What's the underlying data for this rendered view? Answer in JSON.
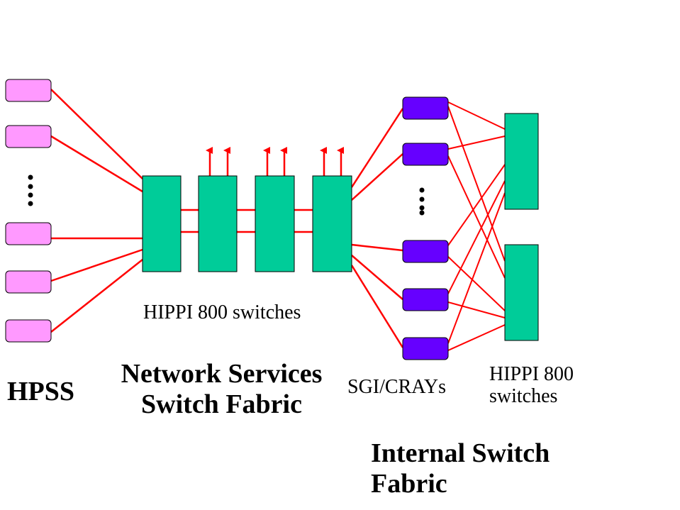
{
  "labels": {
    "hippi_switches_top": "HIPPI 800 switches",
    "hpss": "HPSS",
    "network_fabric_line1": "Network Services",
    "network_fabric_line2": "Switch Fabric",
    "sgi_crays": "SGI/CRAYs",
    "hippi_switches_right_line1": "HIPPI 800",
    "hippi_switches_right_line2": "switches",
    "internal_fabric_line1": "Internal Switch",
    "internal_fabric_line2": "Fabric"
  },
  "colors": {
    "hpss_node": "#ff99ff",
    "switch": "#00cc99",
    "sgi_node": "#6600ff",
    "link": "#ff0000",
    "outline": "#000000"
  }
}
